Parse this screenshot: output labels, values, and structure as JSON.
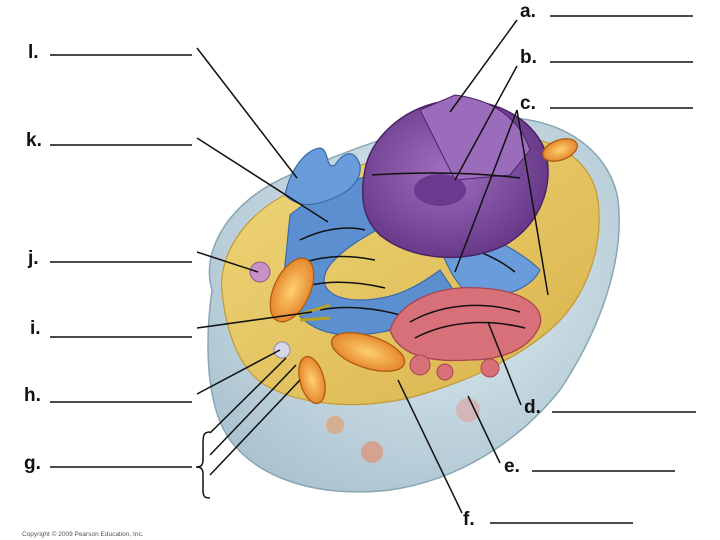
{
  "labels": {
    "a": "a.",
    "b": "b.",
    "c": "c.",
    "d": "d.",
    "e": "e.",
    "f": "f.",
    "g": "g.",
    "h": "h.",
    "i": "i.",
    "j": "j.",
    "k": "k.",
    "l": "l."
  },
  "copyright": "Copyright © 2009 Pearson Education, Inc.",
  "colors": {
    "cell_outer": "#c9dbe3",
    "cytoplasm": "#e8c85a",
    "nucleus": "#8a55a8",
    "endoplasmic_reticulum": "#5b8fd0",
    "golgi": "#d8707a",
    "mitochondria": "#f0a040",
    "lysosome": "#c890c8"
  }
}
